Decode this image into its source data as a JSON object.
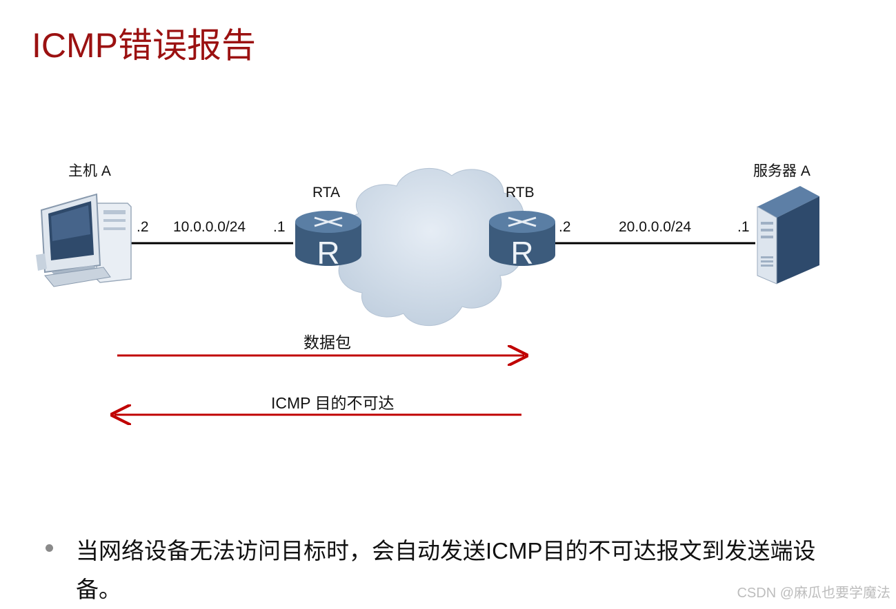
{
  "title": "ICMP错误报告",
  "nodes": {
    "host_a": "主机 A",
    "rta": "RTA",
    "rtb": "RTB",
    "server_a": "服务器 A"
  },
  "links": {
    "left_network": "10.0.0.0/24",
    "left_host_if": ".2",
    "left_router_if": ".1",
    "right_network": "20.0.0.0/24",
    "right_router_if": ".2",
    "right_server_if": ".1"
  },
  "flows": {
    "forward_label": "数据包",
    "return_label": "ICMP 目的不可达"
  },
  "colors": {
    "title": "#9b1111",
    "arrow": "#c00000",
    "router": "#3c5b7c",
    "cloud": "#c9d6e4"
  },
  "bullet": "当网络设备无法访问目标时，会自动发送ICMP目的不可达报文到发送端设备。",
  "watermark": "CSDN @麻瓜也要学魔法"
}
